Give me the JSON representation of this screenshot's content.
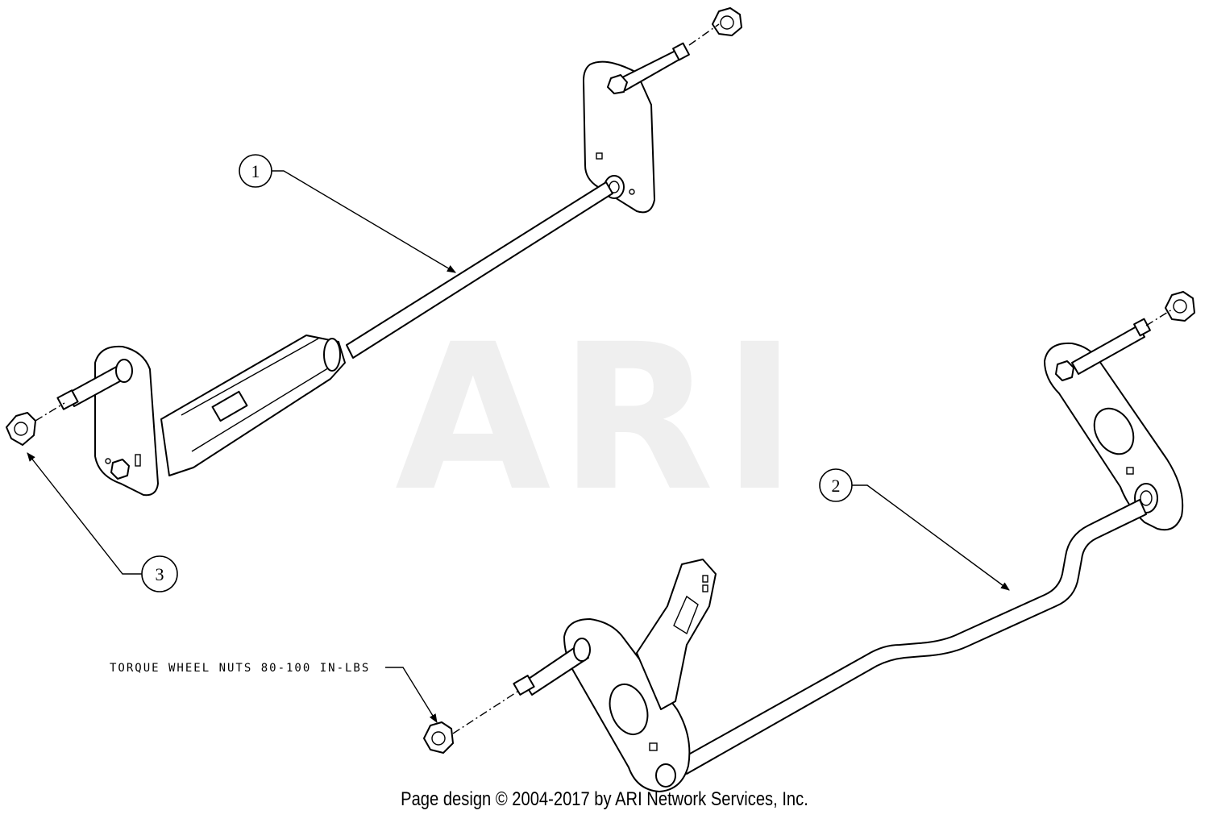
{
  "watermark": "ARI",
  "callouts": [
    {
      "label": "1"
    },
    {
      "label": "2"
    },
    {
      "label": "3"
    }
  ],
  "note": "TORQUE WHEEL NUTS 80-100 IN-LBS",
  "footer": "Page design © 2004-2017 by ARI Network Services, Inc."
}
